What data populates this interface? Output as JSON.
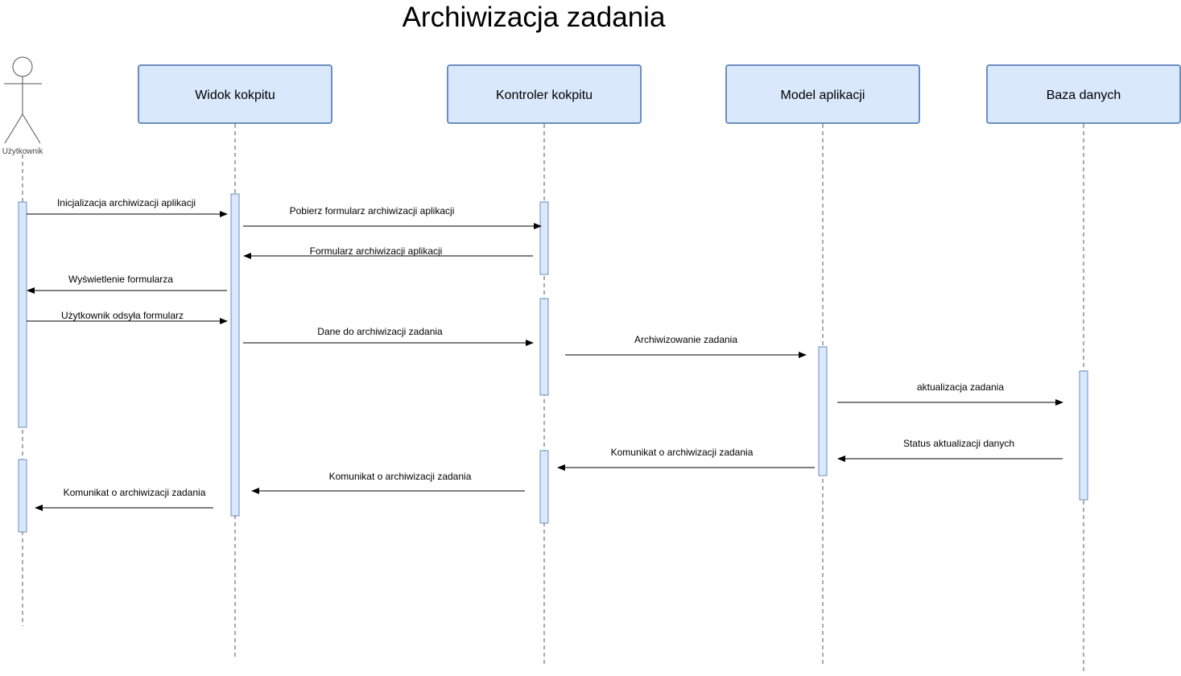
{
  "diagram": {
    "title": "Archiwizacja zadania",
    "actor": {
      "label": "Użytkownik"
    },
    "participants": [
      {
        "id": "view",
        "label": "Widok kokpitu"
      },
      {
        "id": "controller",
        "label": "Kontroler kokpitu"
      },
      {
        "id": "model",
        "label": "Model aplikacji"
      },
      {
        "id": "db",
        "label": "Baza danych"
      }
    ],
    "messages": [
      {
        "from": "actor",
        "to": "view",
        "label": "Inicjalizacja archiwizacji aplikacji"
      },
      {
        "from": "view",
        "to": "controller",
        "label": "Pobierz formularz archiwizacji aplikacji"
      },
      {
        "from": "controller",
        "to": "view",
        "label": "Formularz archiwizacji aplikacji"
      },
      {
        "from": "view",
        "to": "actor",
        "label": "Wyświetlenie formularza"
      },
      {
        "from": "actor",
        "to": "view",
        "label": "Użytkownik odsyła formularz"
      },
      {
        "from": "view",
        "to": "controller",
        "label": "Dane do archiwizacji zadania"
      },
      {
        "from": "controller",
        "to": "model",
        "label": "Archiwizowanie zadania"
      },
      {
        "from": "model",
        "to": "db",
        "label": "aktualizacja zadania"
      },
      {
        "from": "db",
        "to": "model",
        "label": "Status aktualizacji danych"
      },
      {
        "from": "model",
        "to": "controller",
        "label": "Komunikat o archiwizacji zadania"
      },
      {
        "from": "controller",
        "to": "view",
        "label": "Komunikat o archiwizacji zadania"
      },
      {
        "from": "view",
        "to": "actor",
        "label": "Komunikat o archiwizacji zadania"
      }
    ],
    "colors": {
      "box_fill": "#dae8fc",
      "box_stroke": "#6c8ebf",
      "line": "#000000"
    }
  }
}
